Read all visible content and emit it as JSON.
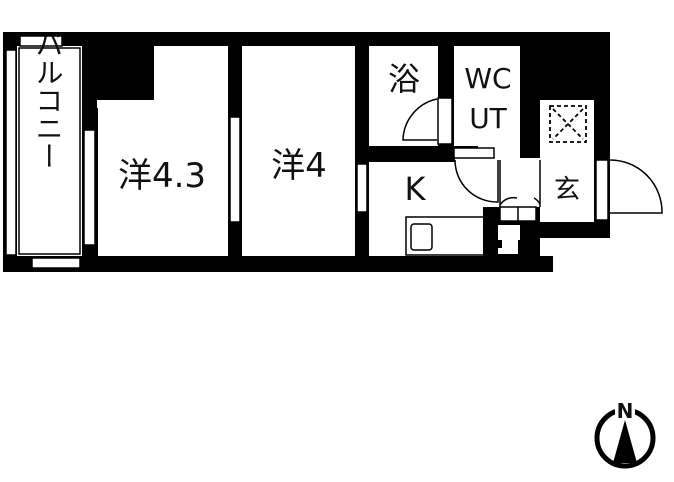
{
  "floor_plan": {
    "rooms": [
      {
        "id": "balcony",
        "label": "バルコニー"
      },
      {
        "id": "western-room-1",
        "label": "洋4.3"
      },
      {
        "id": "western-room-2",
        "label": "洋4"
      },
      {
        "id": "bath",
        "label": "浴"
      },
      {
        "id": "wc-ut",
        "label_line1": "WC",
        "label_line2": "UT"
      },
      {
        "id": "kitchen",
        "label": "K"
      },
      {
        "id": "entrance",
        "label": "玄"
      }
    ],
    "compass": {
      "label": "N",
      "icon": "north-arrow-icon"
    },
    "colors": {
      "wall": "#000000",
      "background": "#ffffff"
    }
  }
}
